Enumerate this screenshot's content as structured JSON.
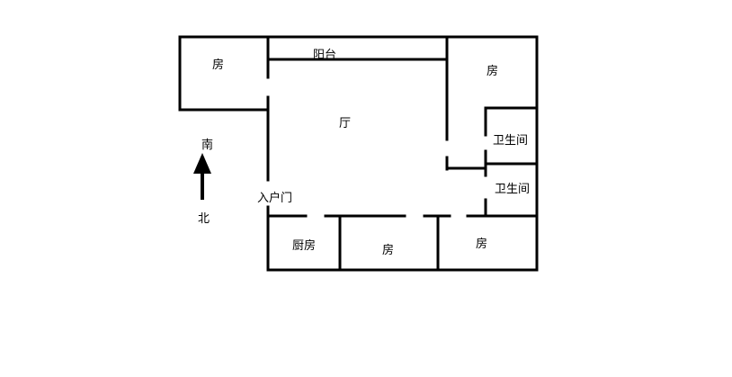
{
  "colors": {
    "background": "#ffffff",
    "wall": "#000000"
  },
  "rooms": {
    "room_nw": "房",
    "balcony": "阳台",
    "hall": "厅",
    "room_ne": "房",
    "bathroom_1": "卫生间",
    "bathroom_2": "卫生间",
    "entrance_door": "入户门",
    "kitchen": "厨房",
    "room_s_middle": "房",
    "room_se": "房"
  },
  "compass": {
    "top_label": "南",
    "bottom_label": "北",
    "arrow_icon": "up-arrow-icon"
  }
}
